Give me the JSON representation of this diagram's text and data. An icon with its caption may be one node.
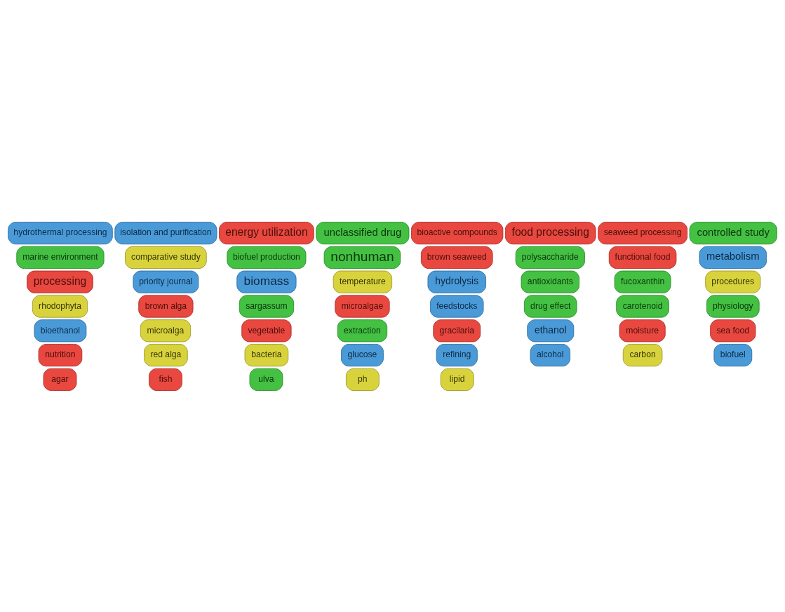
{
  "diagram": {
    "nodes": [
      {
        "text": [
          "seaweed processing"
        ]
      },
      {
        "text": [
          "brown seaweed"
        ]
      },
      {
        "text": [
          "brown alga"
        ]
      },
      {
        "text": [
          "processing"
        ]
      },
      {
        "text": [
          "energy utilization"
        ]
      },
      {
        "text": [
          "functional food"
        ]
      },
      {
        "text": [
          "refining"
        ]
      },
      {
        "text": [
          "bioethanol"
        ]
      },
      {
        "text": [
          "nutrition"
        ]
      },
      {
        "text": [
          "ethanol"
        ]
      },
      {
        "text": [
          "gracilaria"
        ]
      },
      {
        "text": [
          "bioactive compounds"
        ]
      },
      {
        "text": [
          "vegetable"
        ]
      },
      {
        "text": [
          "hydrothermal processing"
        ]
      },
      {
        "text": [
          "agar"
        ]
      },
      {
        "text": [
          "alcohol"
        ]
      },
      {
        "text": [
          "extraction"
        ]
      },
      {
        "text": [
          "moisture"
        ]
      },
      {
        "text": [
          "hydrolysis"
        ]
      },
      {
        "text": [
          "antioxidants"
        ]
      },
      {
        "text": [
          "glucose"
        ]
      },
      {
        "text": [
          "sargassum"
        ]
      },
      {
        "text": [
          "feedstocks"
        ]
      },
      {
        "text": [
          "fish"
        ]
      },
      {
        "text": [
          "sea food"
        ]
      },
      {
        "text": [
          "microalgae"
        ]
      },
      {
        "text": [
          "biomass"
        ]
      },
      {
        "text": [
          "polysaccharide"
        ]
      },
      {
        "text": [
          "food processing"
        ]
      },
      {
        "text": [
          "temperature"
        ]
      },
      {
        "text": [
          "biofuel"
        ]
      },
      {
        "text": [
          "priority journal"
        ]
      },
      {
        "text": [
          "unclassified drug"
        ]
      },
      {
        "text": [
          "nonhuman"
        ]
      },
      {
        "text": [
          "drug effect"
        ]
      },
      {
        "text": [
          "isolation and purification"
        ]
      },
      {
        "text": [
          "red alga"
        ]
      },
      {
        "text": [
          "ulva"
        ]
      },
      {
        "text": [
          "procedures"
        ]
      },
      {
        "text": [
          "microalga"
        ]
      },
      {
        "text": [
          "biofuel production"
        ]
      },
      {
        "text": [
          "carotenoid"
        ]
      },
      {
        "text": [
          "controlled study"
        ]
      },
      {
        "text": [
          "fucoxanthin"
        ]
      },
      {
        "text": [
          "metabolism"
        ]
      },
      {
        "text": [
          "rhodophyta"
        ]
      },
      {
        "text": [
          "bacteria"
        ]
      },
      {
        "text": [
          "carbon"
        ]
      },
      {
        "text": [
          "ph"
        ]
      },
      {
        "text": [
          "physiology"
        ]
      },
      {
        "text": [
          "comparative study"
        ]
      },
      {
        "text": [
          "lipid"
        ]
      },
      {
        "text": [
          "marine environment"
        ]
      }
    ]
  }
}
